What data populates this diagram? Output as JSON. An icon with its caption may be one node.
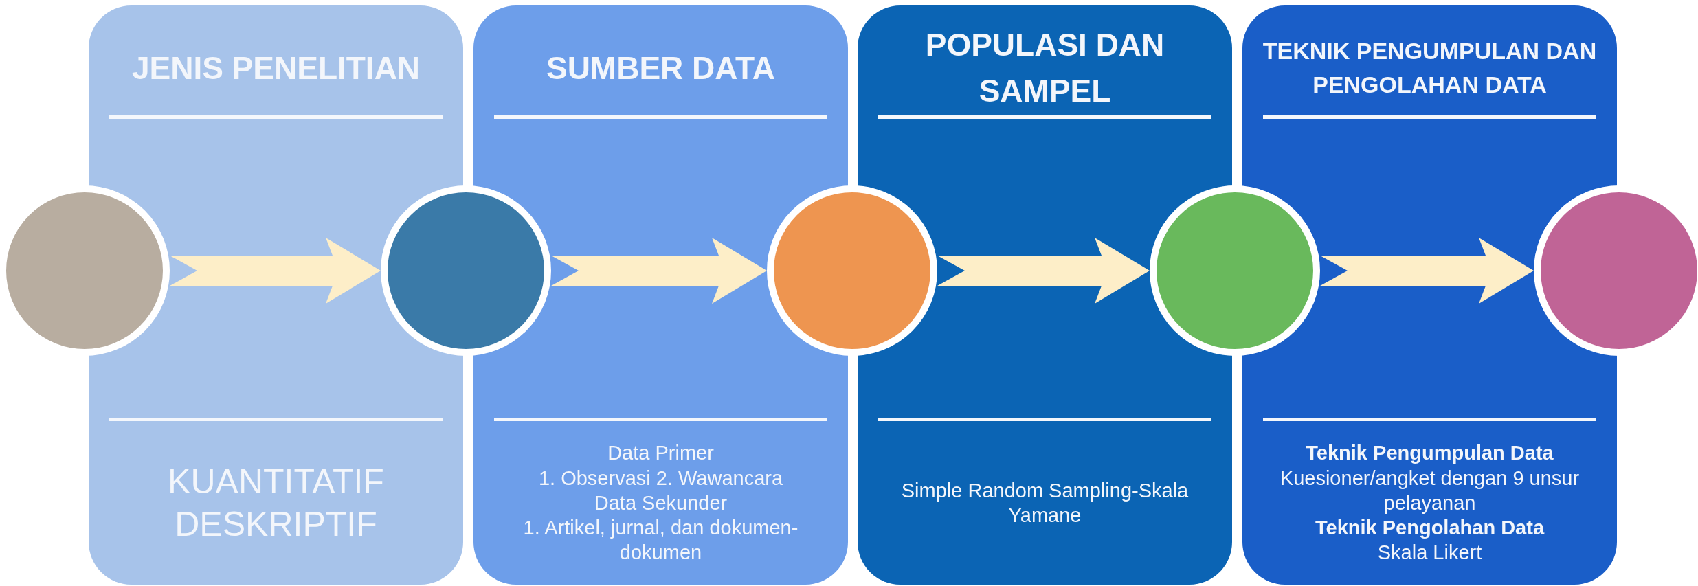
{
  "diagram": {
    "nodes": [
      {
        "text": [
          "JENIS PENELITIAN",
          "KUANTITATIF DESKRIPTIF"
        ]
      },
      {
        "text": [
          "SUMBER DATA",
          "Data Primer",
          "1. Observasi 2. Wawancara",
          "Data Sekunder",
          "1. Artikel, jurnal, dan dokumen-dokumen"
        ]
      },
      {
        "text": [
          "POPULASI DAN SAMPEL",
          "Simple Random Sampling-Skala Yamane"
        ]
      },
      {
        "text": [
          "TEKNIK PENGUMPULAN DAN PENGOLAHAN DATA",
          "Teknik Pengumpulan Data",
          "Kuesioner/angket dengan 9 unsur pelayanan",
          "Teknik Pengolahan Data",
          "Skala Likert"
        ]
      },
      {
        "text": [],
        "shape": "circle"
      },
      {
        "text": [],
        "shape": "circle"
      },
      {
        "text": [],
        "shape": "circle"
      },
      {
        "text": [],
        "shape": "circle"
      },
      {
        "text": [],
        "shape": "circle"
      }
    ],
    "edges": [
      {
        "from": 4,
        "to": 5,
        "arrow": "to"
      },
      {
        "from": 5,
        "to": 6,
        "arrow": "to"
      },
      {
        "from": 6,
        "to": 7,
        "arrow": "to"
      },
      {
        "from": 7,
        "to": 8,
        "arrow": "to"
      }
    ]
  }
}
